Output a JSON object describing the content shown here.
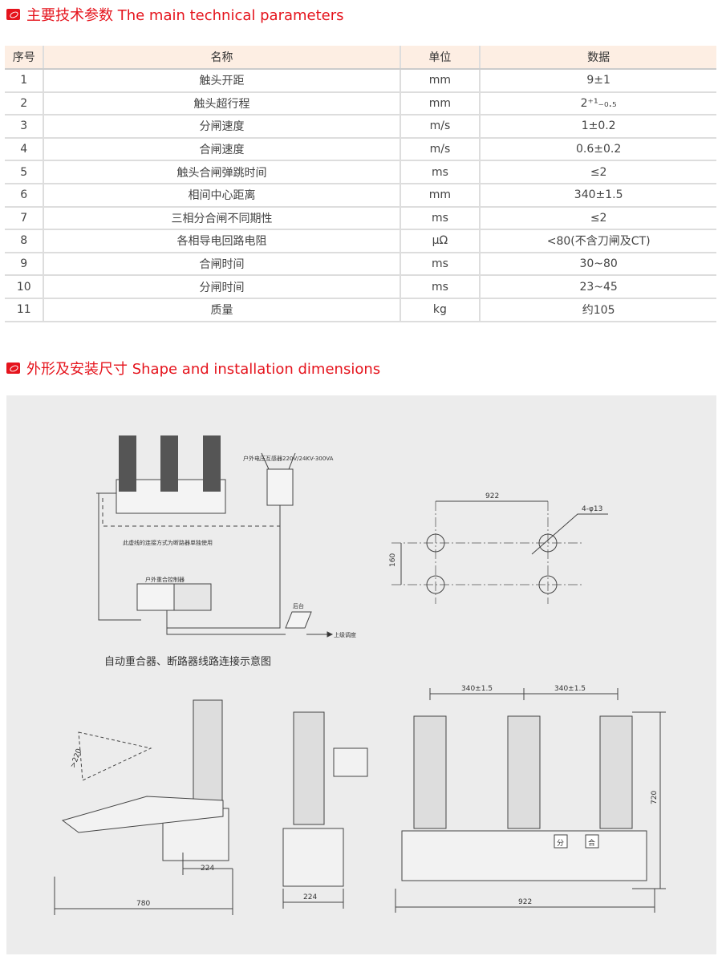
{
  "section1": {
    "title": "主要技术参数 The main technical parameters"
  },
  "section2": {
    "title": "外形及安装尺寸 Shape and installation dimensions"
  },
  "table": {
    "headers": [
      "序号",
      "名称",
      "单位",
      "数据"
    ],
    "rows": [
      [
        "1",
        "触头开距",
        "mm",
        "9±1"
      ],
      [
        "2",
        "触头超行程",
        "mm",
        "2⁺¹₋₀.₅"
      ],
      [
        "3",
        "分闸速度",
        "m/s",
        "1±0.2"
      ],
      [
        "4",
        "合闸速度",
        "m/s",
        "0.6±0.2"
      ],
      [
        "5",
        "触头合闸弹跳时间",
        "ms",
        "≤2"
      ],
      [
        "6",
        "相间中心距离",
        "mm",
        "340±1.5"
      ],
      [
        "7",
        "三相分合闸不同期性",
        "ms",
        "≤2"
      ],
      [
        "8",
        "各相导电回路电阻",
        "μΩ",
        "<80(不含刀闸及CT)"
      ],
      [
        "9",
        "合闸时间",
        "ms",
        "30~80"
      ],
      [
        "10",
        "分闸时间",
        "ms",
        "23~45"
      ],
      [
        "11",
        "质量",
        "kg",
        "约105"
      ]
    ]
  },
  "drawing": {
    "pt_label": "户外电压互感器220V/24KV-300VA",
    "dashed_note": "此虚线的连接方式为断路器单独使用",
    "controller_label": "户外重合控制器",
    "backend_label": "后台",
    "upstream_label": "上级调度",
    "caption": "自动重合器、断路器线路连接示意图",
    "dim_922_top": "922",
    "dim_hole": "4-φ13",
    "dim_160": "160",
    "dim_220": ">220",
    "dim_224_a": "224",
    "dim_780": "780",
    "dim_224_b": "224",
    "dim_340_a": "340±1.5",
    "dim_340_b": "340±1.5",
    "dim_720": "720",
    "dim_922_bottom": "922",
    "btn_open": "分",
    "btn_close": "合"
  }
}
